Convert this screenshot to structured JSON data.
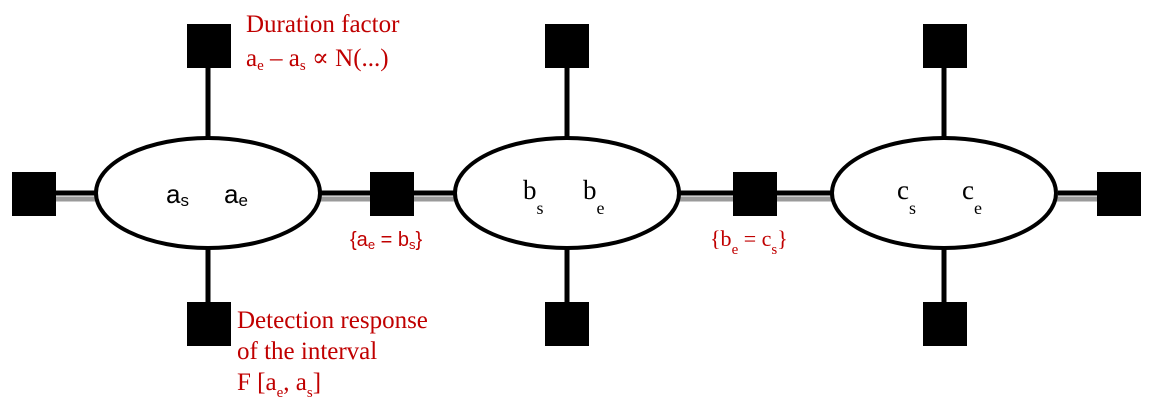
{
  "colors": {
    "annotation": "#c00000",
    "stroke": "#000000",
    "factor_fill": "#000000",
    "node_fill": "#ffffff",
    "edge_shadow": "#9a9a9a"
  },
  "nodes": [
    {
      "id": "a",
      "var_start": "a",
      "sub_start": "s",
      "var_end": "a",
      "sub_end": "e"
    },
    {
      "id": "b",
      "var_start": "b",
      "sub_start": "s",
      "var_end": "b",
      "sub_end": "e"
    },
    {
      "id": "c",
      "var_start": "c",
      "sub_start": "s",
      "var_end": "c",
      "sub_end": "e"
    }
  ],
  "annotations": {
    "duration": {
      "line1": "Duration factor",
      "line2_a": "a",
      "line2_sub1": "e",
      "line2_mid": " – a",
      "line2_sub2": "s",
      "line2_tail": " ∝ N(...)"
    },
    "link_ab": {
      "open": "{a",
      "sub1": "e",
      "mid": " = b",
      "sub2": "s",
      "close": "}"
    },
    "link_bc": {
      "open": "{b",
      "sub1": "e",
      "mid": " = c",
      "sub2": "s",
      "close": "}"
    },
    "detection": {
      "line1": "Detection response",
      "line2": "of the interval",
      "line3_head": "F [a",
      "line3_sub1": "e",
      "line3_mid": ", a",
      "line3_sub2": "s",
      "line3_close": "]"
    }
  }
}
